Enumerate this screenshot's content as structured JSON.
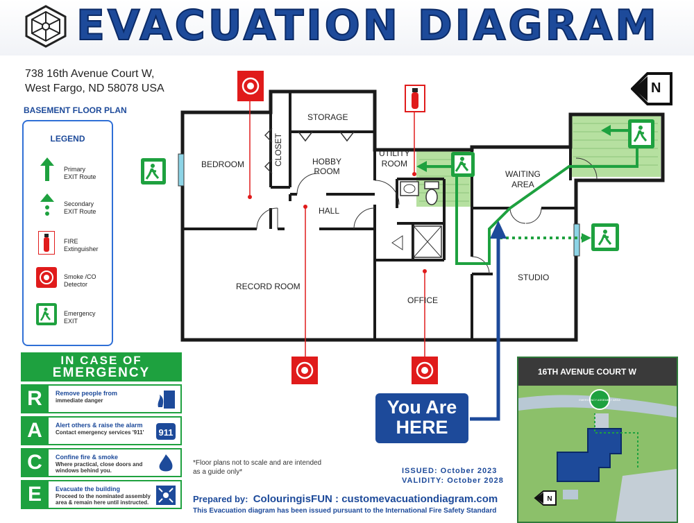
{
  "header": {
    "title": "EVACUATION DIAGRAM"
  },
  "address": {
    "line1": "738 16th Avenue Court W,",
    "line2": "West Fargo, ND 58078 USA"
  },
  "floor_plan_label": "BASEMENT FLOOR PLAN",
  "legend": {
    "title": "LEGEND",
    "items": [
      {
        "label1": "Primary",
        "label2": "EXIT Route"
      },
      {
        "label1": "Secondary",
        "label2": "EXIT Route"
      },
      {
        "label1": "FIRE",
        "label2": "Extinguisher"
      },
      {
        "label1": "Smoke /CO",
        "label2": "Detector"
      },
      {
        "label1": "Emergency",
        "label2": "EXIT"
      }
    ]
  },
  "rooms": {
    "bedroom": "BEDROOM",
    "closet": "CLOSET",
    "storage": "STORAGE",
    "hobby1": "HOBBY",
    "hobby2": "ROOM",
    "utility1": "UTILITY",
    "utility2": "ROOM",
    "hall": "HALL",
    "waiting1": "WAITING",
    "waiting2": "AREA",
    "record": "RECORD ROOM",
    "office": "OFFICE",
    "studio": "STUDIO"
  },
  "compass": {
    "letter": "N"
  },
  "emergency": {
    "head1": "IN CASE OF",
    "head2": "EMERGENCY",
    "steps": [
      {
        "letter": "R",
        "title": "Remove people from",
        "text": "immediate danger"
      },
      {
        "letter": "A",
        "title": "Alert others & raise the alarm",
        "text": "Contact emergency services '911'"
      },
      {
        "letter": "C",
        "title": "Confine fire & smoke",
        "text": "Where practical, close doors and windows behind you."
      },
      {
        "letter": "E",
        "title": "Evacuate the building",
        "text": "Proceed to the nominated assembly area & remain here until instructed."
      }
    ]
  },
  "you_are_here": {
    "line1": "You Are",
    "line2": "HERE"
  },
  "note": {
    "line1": "*Floor plans not to scale and are intended",
    "line2": "as a guide only*"
  },
  "issued": {
    "issued": "ISSUED: October 2023",
    "validity": "VALIDITY: October 2028"
  },
  "prepared": {
    "prefix": "Prepared by:",
    "text": "ColouringisFUN : customevacuationdiagram.com"
  },
  "footer": {
    "text": "This Evacuation diagram has been issued pursuant to the International Fire Safety Standard"
  },
  "site_map": {
    "street": "16TH AVENUE COURT W",
    "assembly_label": "EMERGENCY ASSEMBLY AREA"
  },
  "colors": {
    "brand_blue": "#1d4a9a",
    "exit_green": "#1ea13f",
    "fire_red": "#e01b1b"
  }
}
